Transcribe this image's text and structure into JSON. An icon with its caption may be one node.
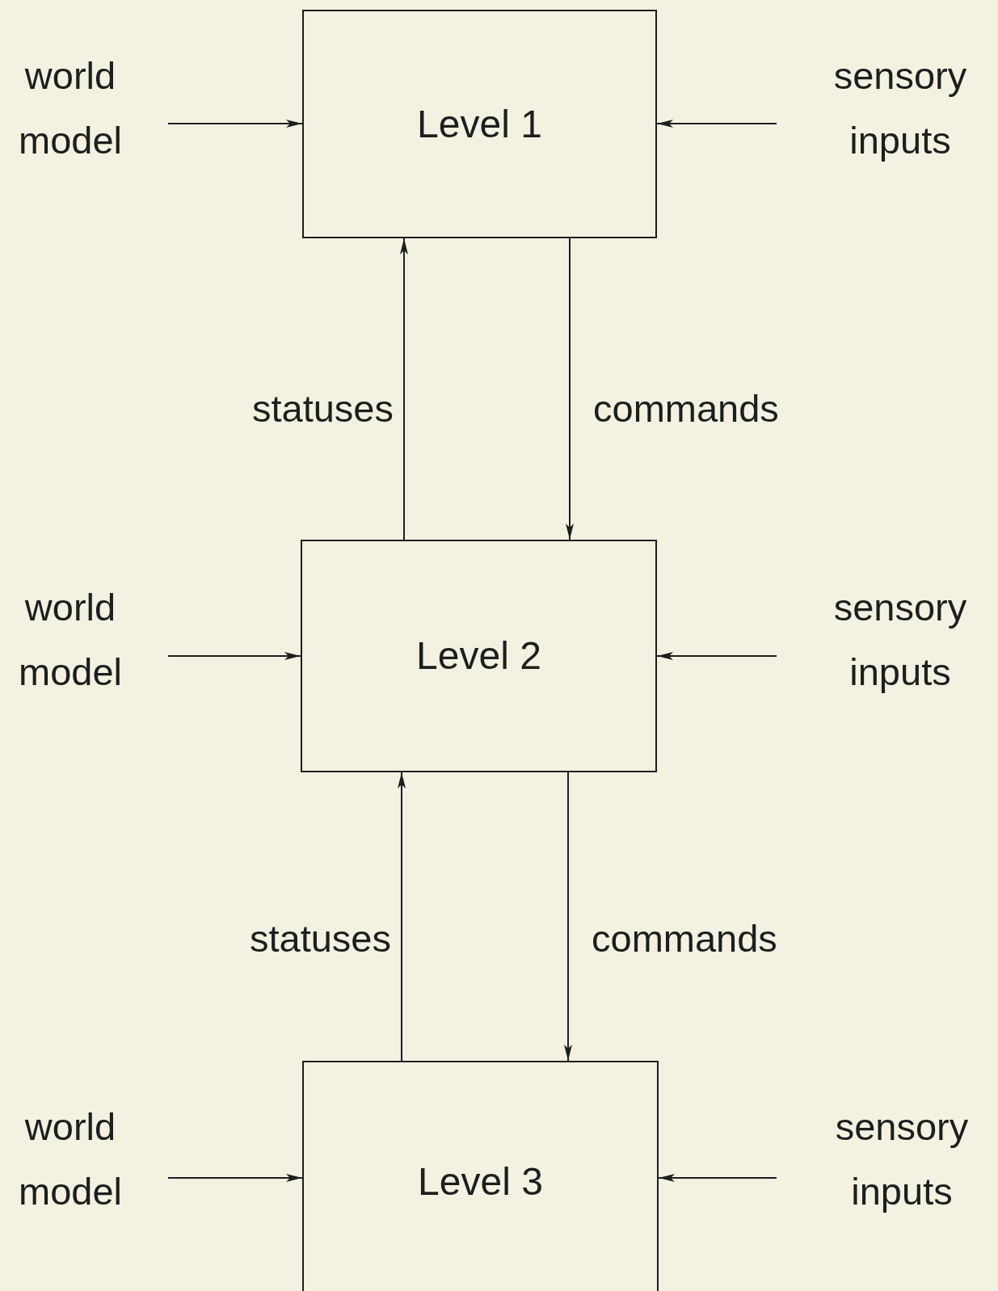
{
  "diagram": {
    "nodes": [
      {
        "text": [
          "world model"
        ]
      },
      {
        "text": [
          "Level 1"
        ]
      },
      {
        "text": [
          "sensory inputs"
        ]
      },
      {
        "text": [
          "world model"
        ]
      },
      {
        "text": [
          "Level 2"
        ]
      },
      {
        "text": [
          "sensory inputs"
        ]
      },
      {
        "text": [
          "world model"
        ]
      },
      {
        "text": [
          "Level 3"
        ]
      },
      {
        "text": [
          "sensory inputs"
        ]
      }
    ],
    "edges": [
      {
        "from": 0,
        "to": 1,
        "arrow": "to"
      },
      {
        "from": 2,
        "to": 1,
        "arrow": "to"
      },
      {
        "from": 4,
        "to": 1,
        "arrow": "to",
        "label": "statuses"
      },
      {
        "from": 1,
        "to": 4,
        "arrow": "to",
        "label": "commands"
      },
      {
        "from": 3,
        "to": 4,
        "arrow": "to"
      },
      {
        "from": 5,
        "to": 4,
        "arrow": "to"
      },
      {
        "from": 7,
        "to": 4,
        "arrow": "to",
        "label": "statuses"
      },
      {
        "from": 4,
        "to": 7,
        "arrow": "to",
        "label": "commands"
      },
      {
        "from": 6,
        "to": 7,
        "arrow": "to"
      },
      {
        "from": 8,
        "to": 7,
        "arrow": "to"
      }
    ]
  }
}
